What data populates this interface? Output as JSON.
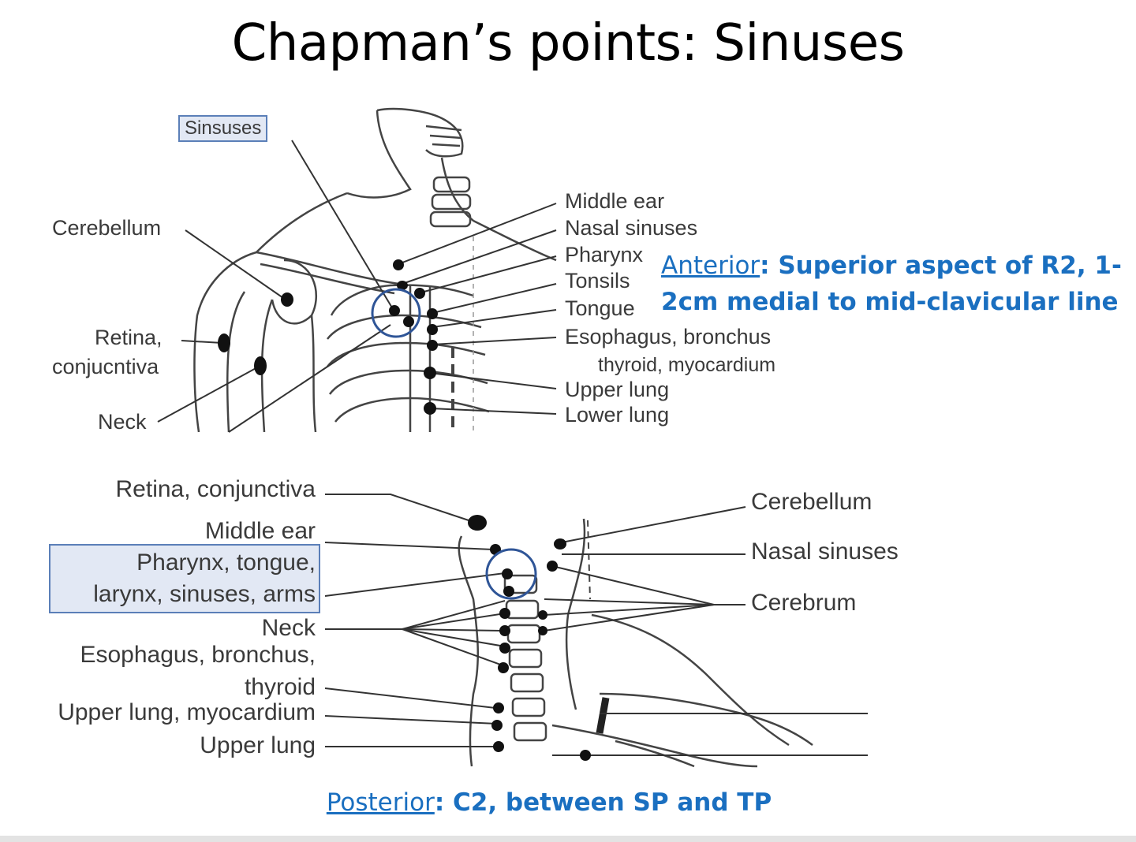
{
  "title": "Chapman’s points: Sinuses",
  "anterior": {
    "boxed_label": "Sinsuses",
    "left_labels": {
      "cerebellum": "Cerebellum",
      "retina_line1": "Retina,",
      "retina_line2": "conjucntiva",
      "neck": "Neck"
    },
    "right_labels": [
      "Middle ear",
      "Nasal sinuses",
      "Pharynx",
      "Tonsils",
      "Tongue",
      "Esophagus, bronchus",
      "thyroid, myocardium",
      "Upper lung",
      "Lower lung"
    ],
    "note_heading": "Anterior",
    "note_line1_rest": ": Superior aspect of R2, 1-",
    "note_line2": "2cm medial to mid-clavicular line"
  },
  "posterior": {
    "left_labels": {
      "retina": "Retina, conjunctiva",
      "middle_ear": "Middle ear",
      "boxed_line1": "Pharynx, tongue,",
      "boxed_line2": "larynx, sinuses, arms",
      "neck": "Neck",
      "esophagus": "Esophagus, bronchus,",
      "thyroid": "thyroid",
      "upper_lung_myo": "Upper lung, myocardium",
      "upper_lung": "Upper lung"
    },
    "right_labels": {
      "cerebellum": "Cerebellum",
      "nasal_sinuses": "Nasal sinuses",
      "cerebrum": "Cerebrum"
    },
    "note_heading": "Posterior",
    "note_rest": ": C2, between SP and TP"
  },
  "colors": {
    "accent_blue": "#1a6fc0",
    "highlight_circle": "#2f5597",
    "box_border": "#5b7fb8"
  }
}
